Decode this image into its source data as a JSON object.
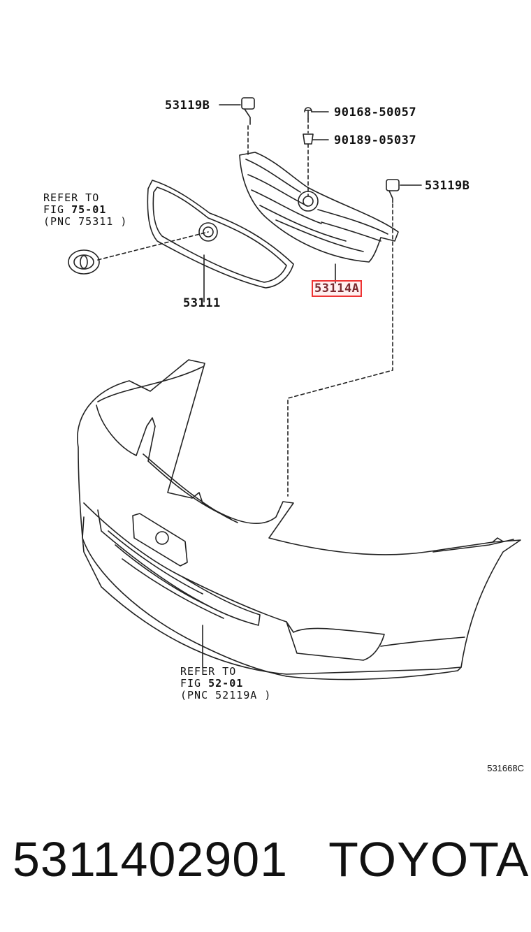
{
  "parts": {
    "p53119B_top": "53119B",
    "p53119B_right": "53119B",
    "p90168": "90168-50057",
    "p90189": "90189-05037",
    "p53111": "53111",
    "p53114A": "53114A"
  },
  "refs": {
    "emblem": {
      "line1": "REFER TO",
      "fig_prefix": "FIG",
      "fig": "75-01",
      "pnc": "(PNC 75311 )"
    },
    "bumper": {
      "line1": "REFER TO",
      "fig_prefix": "FIG",
      "fig": "52-01",
      "pnc": "(PNC 52119A )"
    }
  },
  "diagram_code": "531668C",
  "footer": {
    "part_number": "5311402901",
    "brand": "TOYOTA"
  },
  "colors": {
    "highlight_border": "#ee3333",
    "highlight_text": "#7a2a30"
  }
}
